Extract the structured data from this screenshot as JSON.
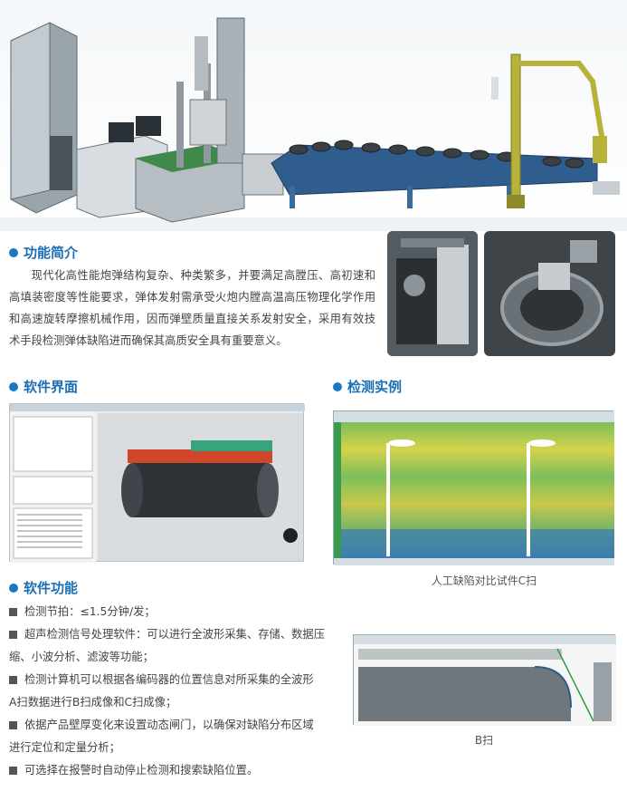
{
  "sections": {
    "intro_title": "功能简介",
    "software_ui_title": "软件界面",
    "example_title": "检测实例",
    "software_function_title": "软件功能"
  },
  "intro_text": "现代化高性能炮弹结构复杂、种类繁多，并要满足高膛压、高初速和高填装密度等性能要求，弹体发射需承受火炮内膛高温高压物理化学作用和高速旋转摩擦机械作用，因而弹壁质量直接关系发射安全，采用有效技术手段检测弹体缺陷进而确保其高质安全具有重要意义。",
  "captions": {
    "cscan": "人工缺陷对比试件C扫",
    "bscan": "B扫"
  },
  "features": [
    {
      "line1": "检测节拍：≤1.5分钟/发；",
      "line2": ""
    },
    {
      "line1": "超声检测信号处理软件：可以进行全波形采集、存储、数据压",
      "line2": "缩、小波分析、滤波等功能；"
    },
    {
      "line1": "检测计算机可以根据各编码器的位置信息对所采集的全波形",
      "line2": "A扫数据进行B扫成像和C扫成像；"
    },
    {
      "line1": "依据产品壁厚变化来设置动态闸门，以确保对缺陷分布区域",
      "line2": "进行定位和定量分析；"
    },
    {
      "line1": "可选择在报警时自动停止检测和搜索缺陷位置。",
      "line2": ""
    }
  ],
  "colors": {
    "accent": "#1a6fb4",
    "bullet": "#555555"
  }
}
